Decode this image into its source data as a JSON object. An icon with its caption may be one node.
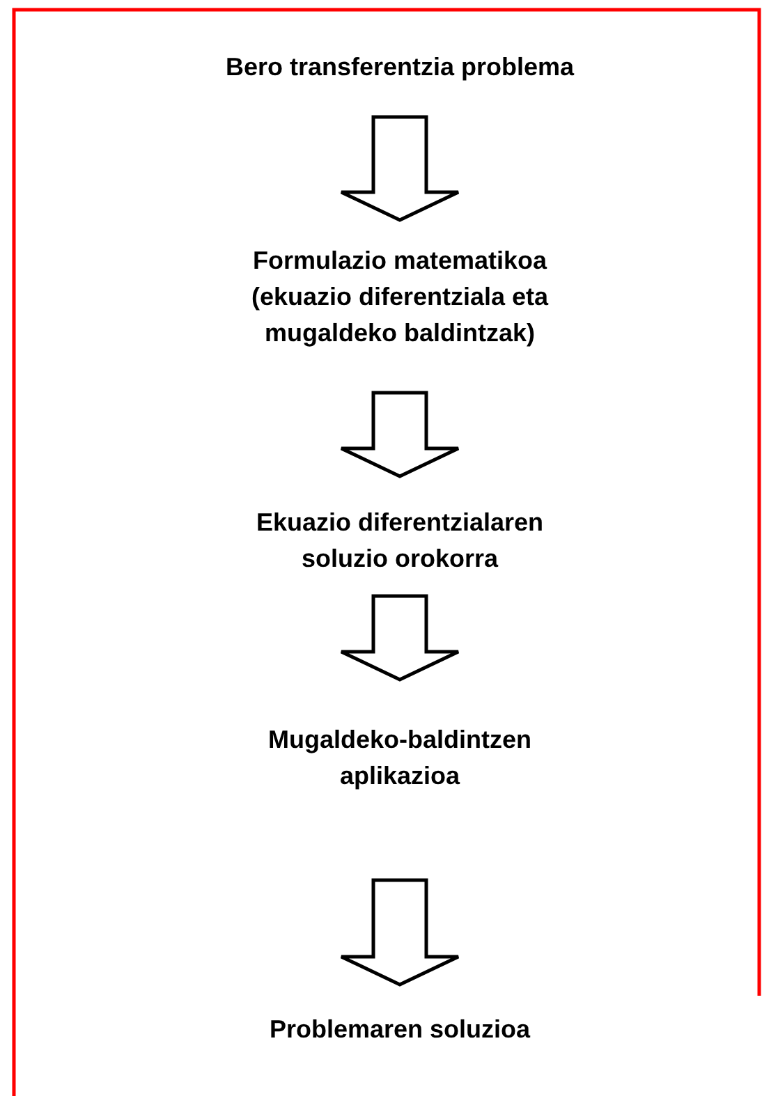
{
  "diagram": {
    "nodes": [
      {
        "text": [
          "Bero transferentzia problema"
        ]
      },
      {
        "text": [
          "Formulazio matematikoa (ekuazio diferentziala eta mugaldeko baldintzak)"
        ]
      },
      {
        "text": [
          "Ekuazio diferentzialaren soluzio orokorra"
        ]
      },
      {
        "text": [
          "Mugaldeko-baldintzen aplikazioa"
        ]
      },
      {
        "text": [
          "Problemaren soluzioa"
        ]
      }
    ],
    "edges": [
      {
        "from": 0,
        "to": 1,
        "arrow": "to"
      },
      {
        "from": 1,
        "to": 2,
        "arrow": "to"
      },
      {
        "from": 2,
        "to": 3,
        "arrow": "to"
      },
      {
        "from": 3,
        "to": 4,
        "arrow": "to"
      }
    ]
  }
}
